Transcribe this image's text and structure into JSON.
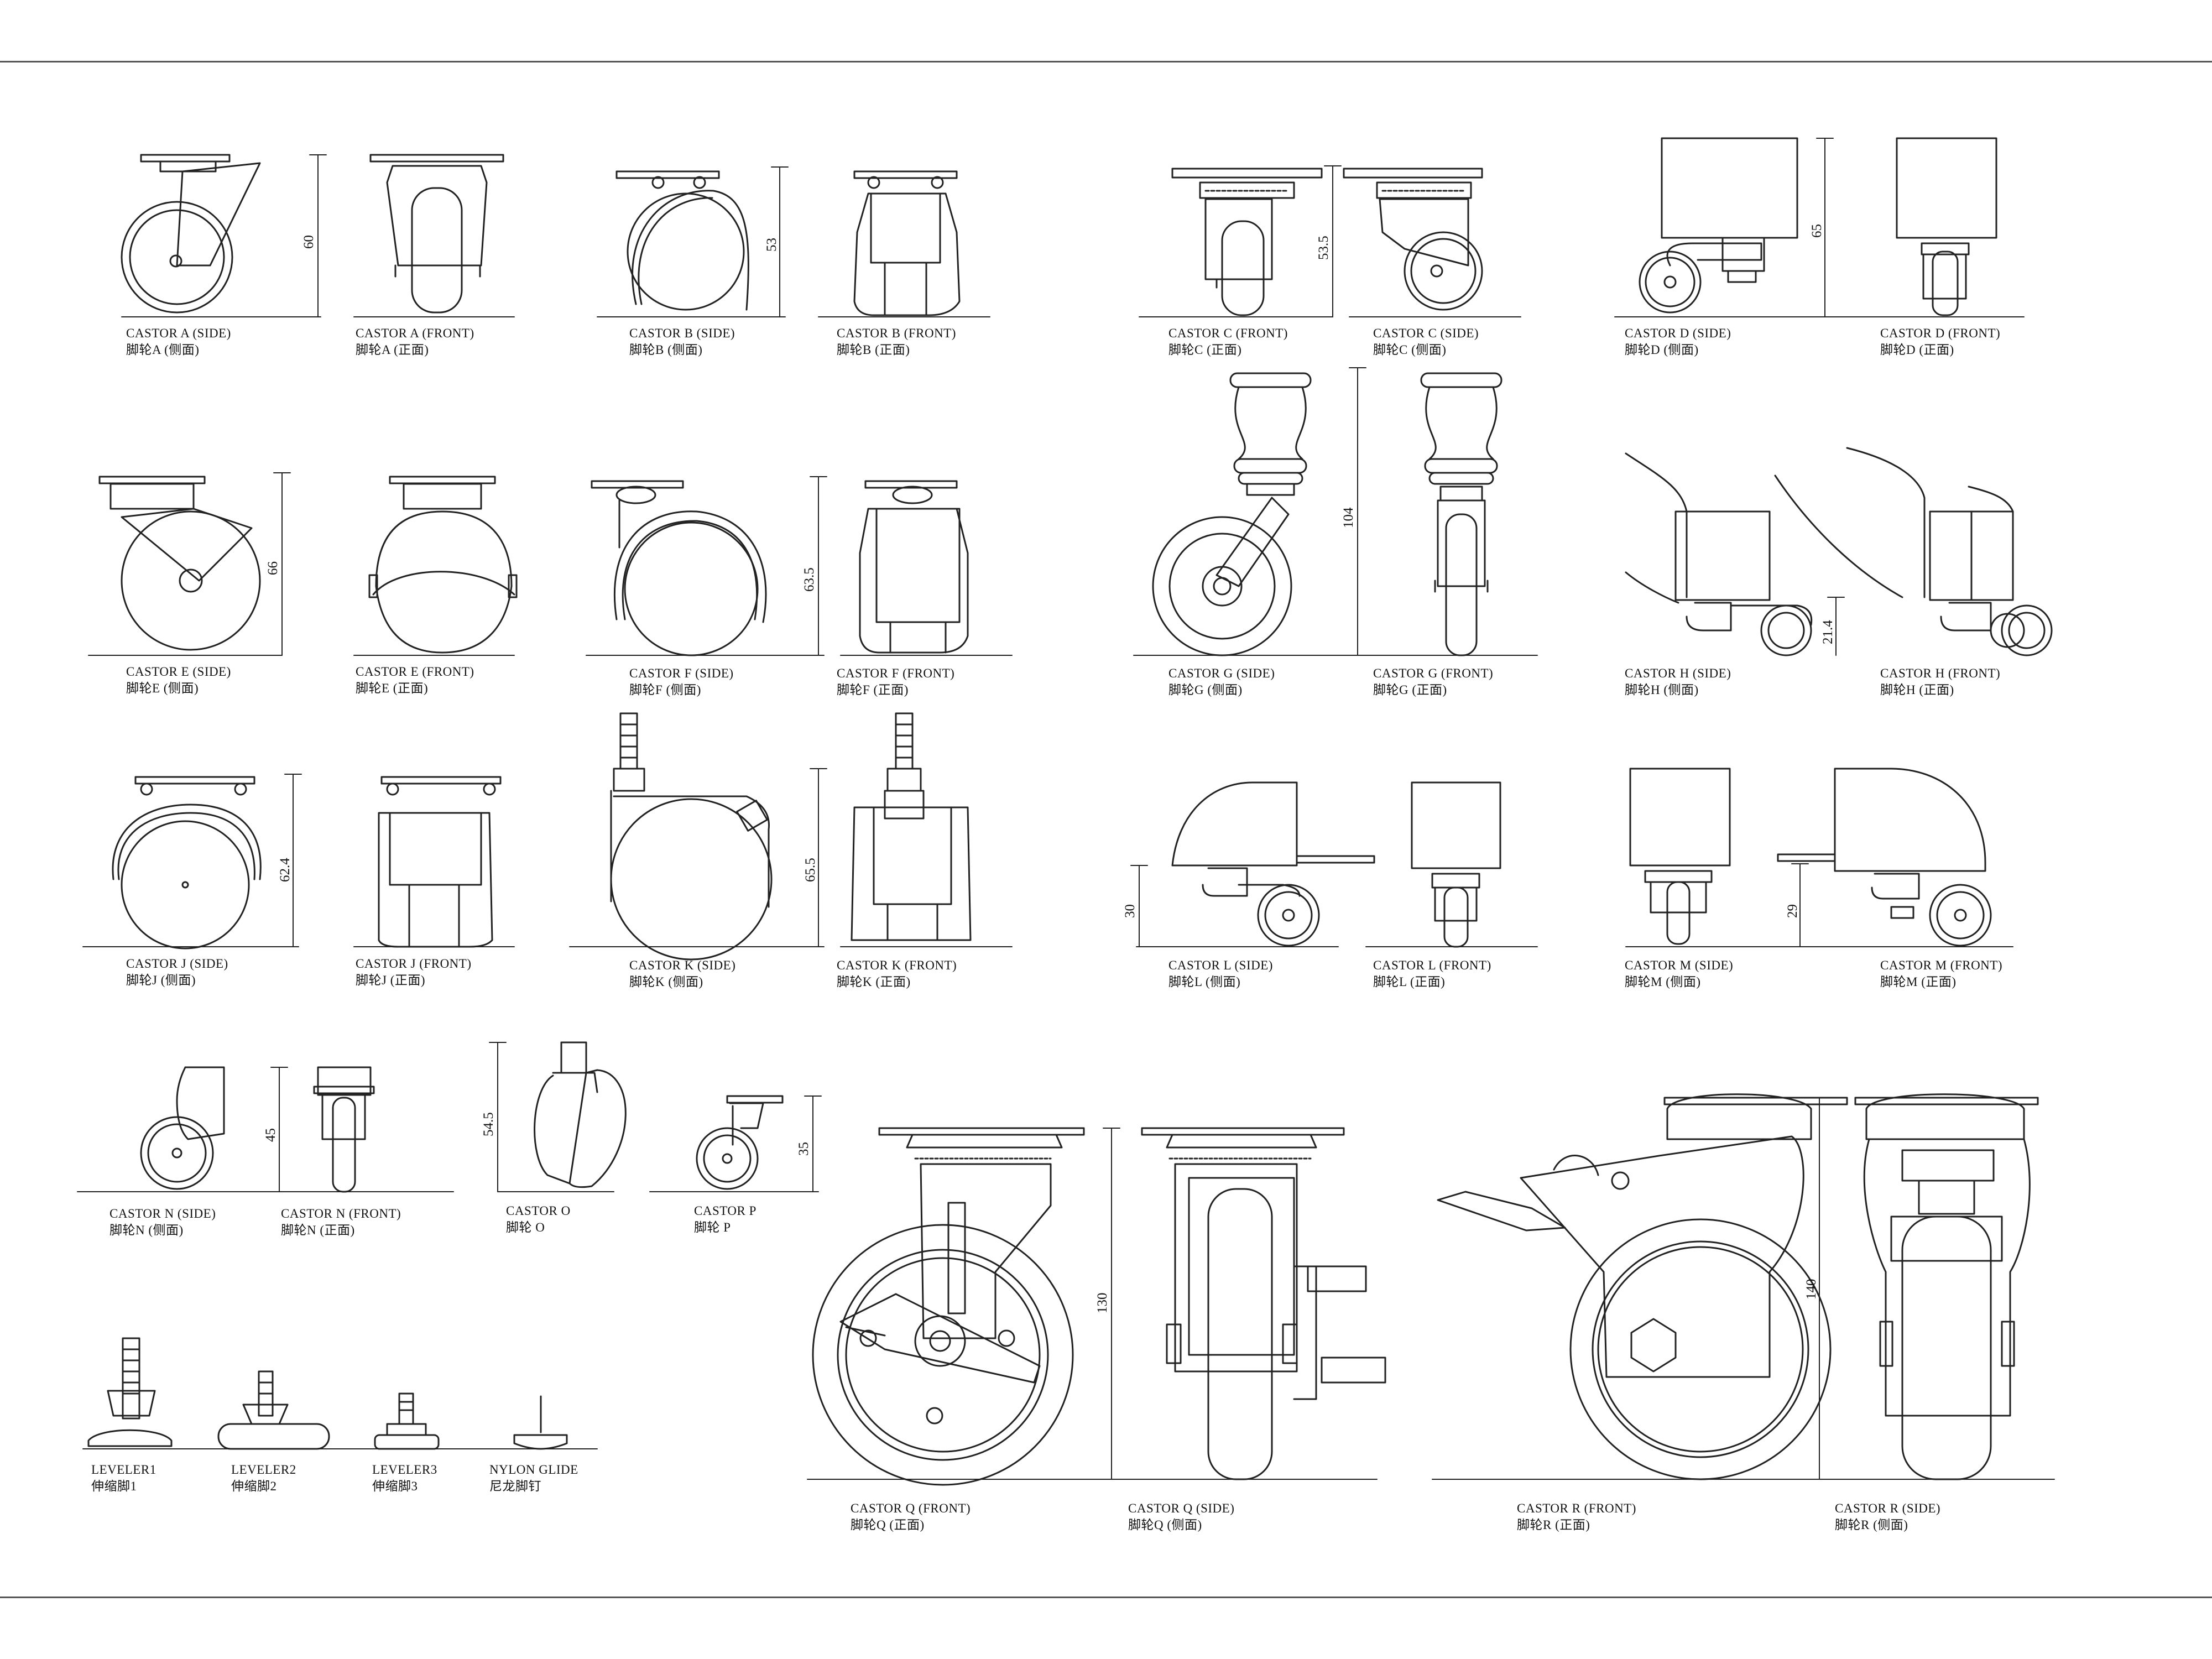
{
  "labels": {
    "a_side": [
      "CASTOR A (SIDE)",
      "脚轮A (侧面)"
    ],
    "a_front": [
      "CASTOR A (FRONT)",
      "脚轮A (正面)"
    ],
    "b_side": [
      "CASTOR B (SIDE)",
      "脚轮B (侧面)"
    ],
    "b_front": [
      "CASTOR B (FRONT)",
      "脚轮B (正面)"
    ],
    "c_front": [
      "CASTOR C (FRONT)",
      "脚轮C (正面)"
    ],
    "c_side": [
      "CASTOR C (SIDE)",
      "脚轮C (侧面)"
    ],
    "d_side": [
      "CASTOR D (SIDE)",
      "脚轮D (侧面)"
    ],
    "d_front": [
      "CASTOR D (FRONT)",
      "脚轮D (正面)"
    ],
    "e_side": [
      "CASTOR E (SIDE)",
      "脚轮E (侧面)"
    ],
    "e_front": [
      "CASTOR E (FRONT)",
      "脚轮E (正面)"
    ],
    "f_side": [
      "CASTOR F (SIDE)",
      "脚轮F (侧面)"
    ],
    "f_front": [
      "CASTOR F (FRONT)",
      "脚轮F (正面)"
    ],
    "g_side": [
      "CASTOR G (SIDE)",
      "脚轮G (侧面)"
    ],
    "g_front": [
      "CASTOR G (FRONT)",
      "脚轮G (正面)"
    ],
    "h_side": [
      "CASTOR H (SIDE)",
      "脚轮H (侧面)"
    ],
    "h_front": [
      "CASTOR H (FRONT)",
      "脚轮H (正面)"
    ],
    "j_side": [
      "CASTOR J (SIDE)",
      "脚轮J (侧面)"
    ],
    "j_front": [
      "CASTOR J (FRONT)",
      "脚轮J (正面)"
    ],
    "k_side": [
      "CASTOR K (SIDE)",
      "脚轮K (侧面)"
    ],
    "k_front": [
      "CASTOR K (FRONT)",
      "脚轮K (正面)"
    ],
    "l_side": [
      "CASTOR L (SIDE)",
      "脚轮L (侧面)"
    ],
    "l_front": [
      "CASTOR L (FRONT)",
      "脚轮L (正面)"
    ],
    "m_side": [
      "CASTOR M (SIDE)",
      "脚轮M (侧面)"
    ],
    "m_front": [
      "CASTOR M (FRONT)",
      "脚轮M (正面)"
    ],
    "n_side": [
      "CASTOR N (SIDE)",
      "脚轮N (侧面)"
    ],
    "n_front": [
      "CASTOR N (FRONT)",
      "脚轮N (正面)"
    ],
    "o": [
      "CASTOR O",
      "脚轮 O"
    ],
    "p": [
      "CASTOR P",
      "脚轮 P"
    ],
    "q_front": [
      "CASTOR Q (FRONT)",
      "脚轮Q (正面)"
    ],
    "q_side": [
      "CASTOR Q (SIDE)",
      "脚轮Q (侧面)"
    ],
    "r_front": [
      "CASTOR R (FRONT)",
      "脚轮R (正面)"
    ],
    "r_side": [
      "CASTOR R (SIDE)",
      "脚轮R (侧面)"
    ],
    "leveler1": [
      "LEVELER1",
      "伸缩脚1"
    ],
    "leveler2": [
      "LEVELER2",
      "伸缩脚2"
    ],
    "leveler3": [
      "LEVELER3",
      "伸缩脚3"
    ],
    "nylon_glide": [
      "NYLON GLIDE",
      "尼龙脚钉"
    ]
  },
  "dimensions": {
    "a": "60",
    "b": "53",
    "c": "53.5",
    "d": "65",
    "e": "66",
    "f": "63.5",
    "g": "104",
    "h": "21.4",
    "j": "62.4",
    "k": "65.5",
    "l": "30",
    "m": "29",
    "n": "45",
    "o": "54.5",
    "p": "35",
    "q": "130",
    "r": "140"
  },
  "colors": {
    "line": "#222222",
    "border": "#555555",
    "background": "#ffffff"
  }
}
